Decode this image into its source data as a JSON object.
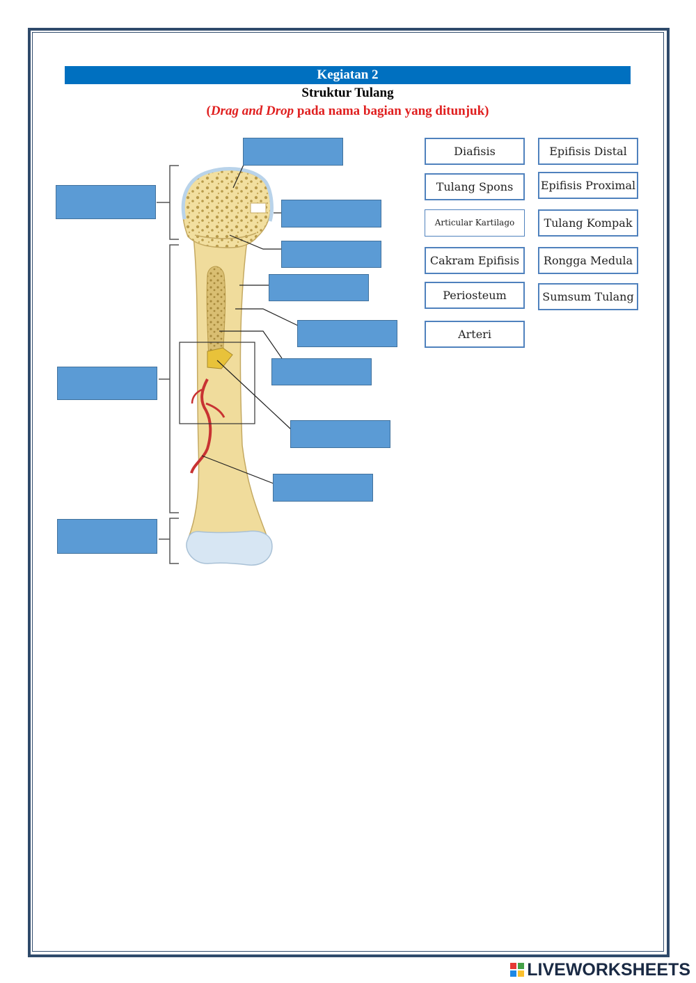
{
  "worksheet": {
    "header": "Kegiatan 2",
    "subtitle": "Struktur Tulang",
    "instruction_open": "(",
    "instruction_italic": "Drag and Drop",
    "instruction_rest": " pada nama bagian yang ditunjuk)"
  },
  "options": [
    {
      "label": "Diafisis"
    },
    {
      "label": "Epifisis Distal"
    },
    {
      "label": "Tulang Spons"
    },
    {
      "label": "Epifisis Proximal"
    },
    {
      "label": "Articular Kartilago"
    },
    {
      "label": "Tulang Kompak"
    },
    {
      "label": "Cakram Epifisis"
    },
    {
      "label": "Rongga Medula"
    },
    {
      "label": "Periosteum"
    },
    {
      "label": "Sumsum Tulang"
    },
    {
      "label": "Arteri"
    }
  ],
  "footer": {
    "brand": "LIVEWORKSHEETS"
  },
  "colors": {
    "header_bar": "#0070c0",
    "dropbox": "#5b9bd5",
    "instruction": "#e02020",
    "bone": "#f0dc9c"
  }
}
